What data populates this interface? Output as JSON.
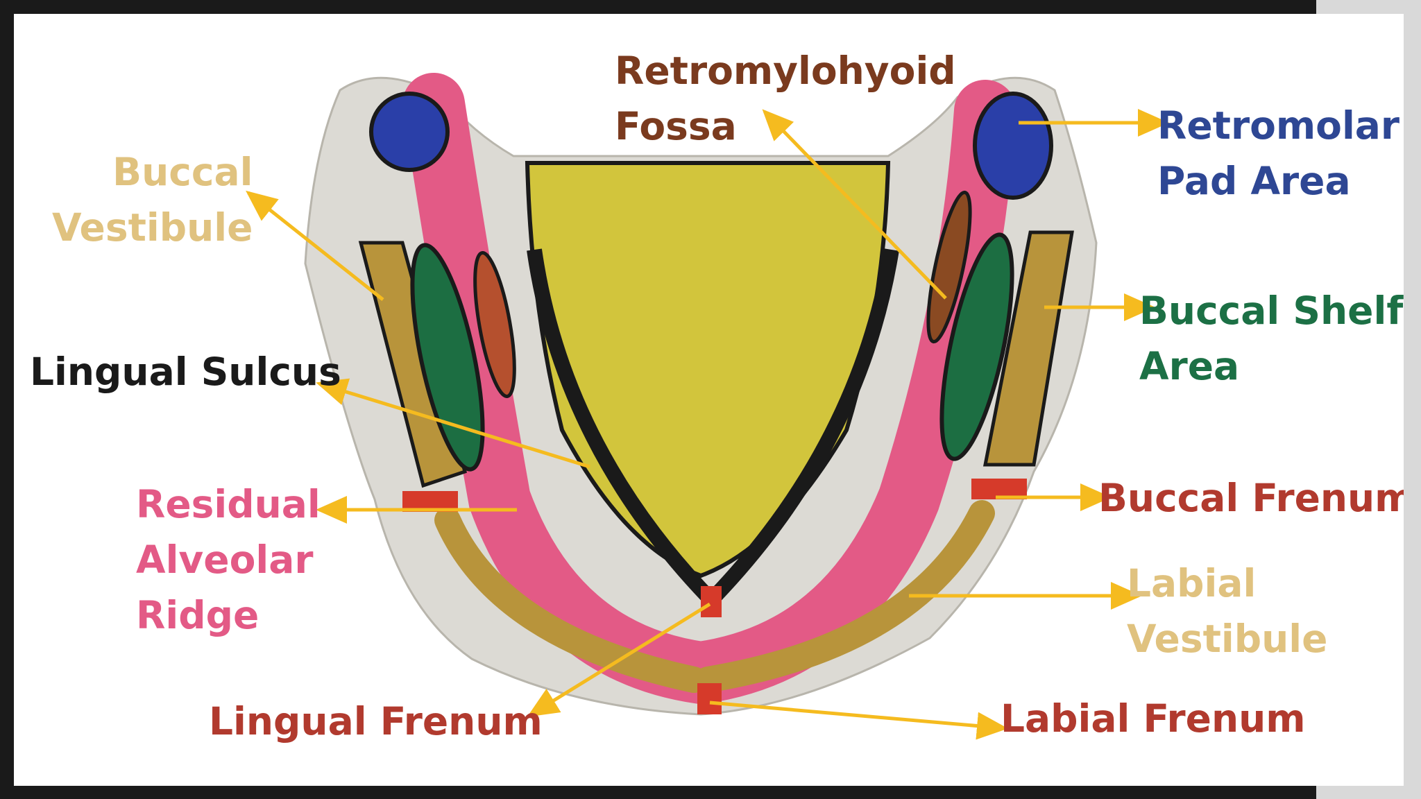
{
  "colors": {
    "frame": "#1a1a1a",
    "background": "#ffffff",
    "arrow": "#f5bb1f",
    "tan": "#e0c27f",
    "brown": "#7a3a1e",
    "blue": "#2e4794",
    "green": "#1c7045",
    "black": "#1a1a1a",
    "pink": "#e35a86",
    "red": "#b13a2e"
  },
  "labels": {
    "buccal_vestibule": {
      "line1": "Buccal",
      "line2": "Vestibule"
    },
    "retromylohyoid_fossa": {
      "line1": "Retromylohyoid",
      "line2": "Fossa"
    },
    "retromolar_pad_area": {
      "line1": "Retromolar",
      "line2": "Pad Area"
    },
    "lingual_sulcus": {
      "line1": "Lingual Sulcus"
    },
    "buccal_shelf_area": {
      "line1": "Buccal Shelf",
      "line2": "Area"
    },
    "residual_alveolar_ridge": {
      "line1": "Residual",
      "line2": "Alveolar",
      "line3": "Ridge"
    },
    "buccal_frenum": {
      "line1": "Buccal Frenum"
    },
    "labial_vestibule": {
      "line1": "Labial",
      "line2": "Vestibule"
    },
    "lingual_frenum": {
      "line1": "Lingual Frenum"
    },
    "labial_frenum": {
      "line1": "Labial Frenum"
    }
  }
}
